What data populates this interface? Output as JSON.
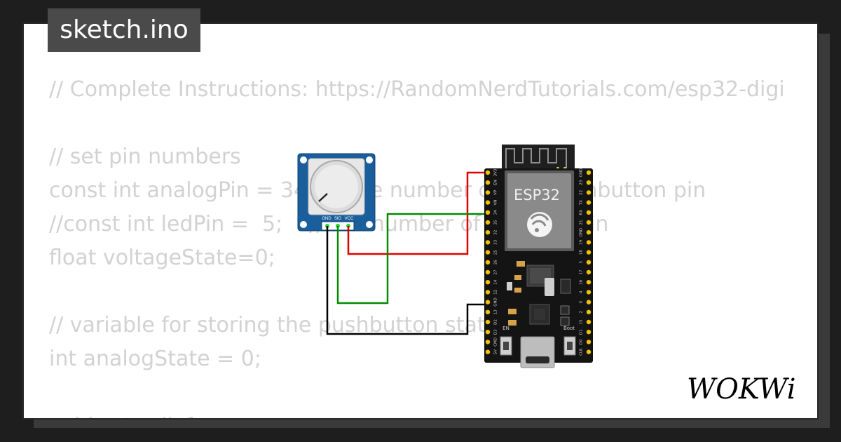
{
  "tab": {
    "filename": "sketch.ino"
  },
  "code": {
    "lines": [
      "// Complete Instructions: https://RandomNerdTutorials.com/esp32-digi",
      "",
      "// set pin numbers",
      "const int analogPin = 34;  // the number of the pushbutton pin",
      "//const int ledPin =  5;    // the number of the LED pin",
      "float voltageState=0;",
      "",
      "// variable for storing the pushbutton status",
      "int analogState = 0;",
      "",
      "void setup() {"
    ]
  },
  "circuit": {
    "esp32": {
      "label": "ESP32",
      "left_pins": [
        "3V3",
        "EN",
        "VP",
        "VN",
        "34",
        "35",
        "32",
        "33",
        "25",
        "26",
        "27",
        "14",
        "12",
        "GND",
        "13",
        "D2",
        "D3",
        "CMD",
        "5V"
      ],
      "right_pins": [
        "GND",
        "23",
        "22",
        "TX",
        "RX",
        "21",
        "GND",
        "19",
        "18",
        "5",
        "17",
        "16",
        "4",
        "0",
        "2",
        "15",
        "D1",
        "D0",
        "CLK"
      ],
      "button_en": "EN",
      "button_boot": "Boot"
    },
    "potentiometer": {
      "pins": [
        "GND",
        "SIG",
        "VCC"
      ]
    },
    "wire_colors": {
      "vcc": "#e00000",
      "sig": "#008c00",
      "gnd": "#000000"
    }
  },
  "brand": {
    "logo": "WOKWi"
  }
}
